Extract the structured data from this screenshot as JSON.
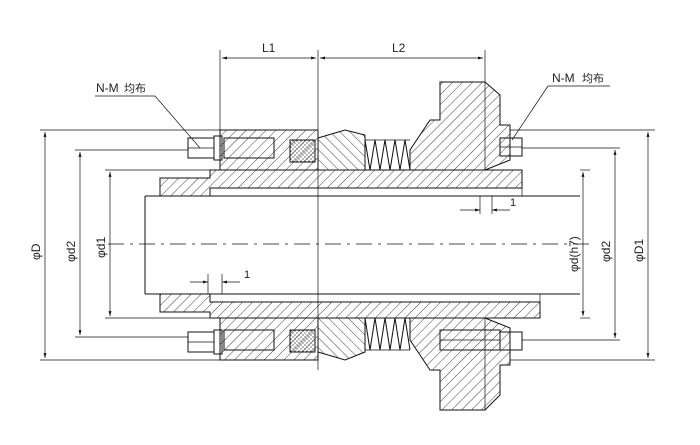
{
  "drawing": {
    "dimensions": {
      "L1": "L1",
      "L2": "L2",
      "D": "φD",
      "d2_left": "φd2",
      "d1": "φd1",
      "d_h7": "φd(h7)",
      "d2_right": "φd2",
      "D1": "φD1",
      "gap_top": "1",
      "gap_bottom": "1"
    },
    "callouts": {
      "left": {
        "code": "N-M",
        "note": "均布"
      },
      "right": {
        "code": "N-M",
        "note": "均布"
      }
    }
  },
  "colors": {
    "line": "#111111",
    "background": "#ffffff"
  }
}
